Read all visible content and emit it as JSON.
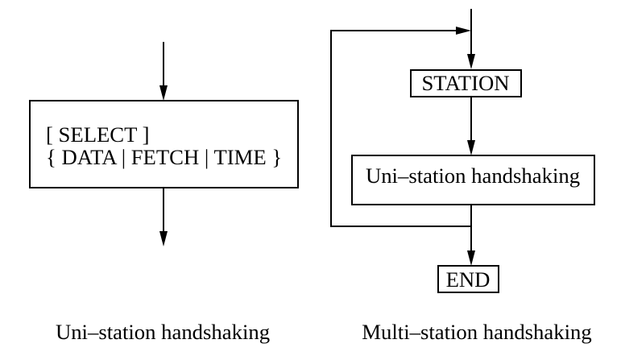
{
  "colors": {
    "ink": "#000000",
    "background": "#ffffff"
  },
  "uni": {
    "box_line1": "[ SELECT ]",
    "box_line2": "{ DATA | FETCH | TIME }",
    "caption": "Uni–station handshaking"
  },
  "multi": {
    "station": "STATION",
    "process": "Uni–station handshaking",
    "end": "END",
    "caption": "Multi–station handshaking"
  }
}
